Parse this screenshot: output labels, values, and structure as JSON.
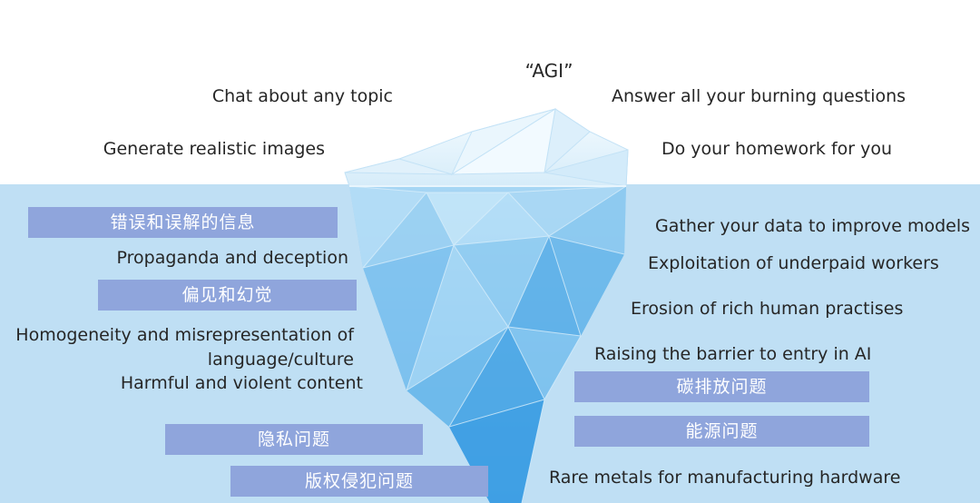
{
  "peak": {
    "agi": "“AGI”",
    "chat": "Chat about any topic",
    "answer": "Answer all your burning questions",
    "images": "Generate realistic images",
    "homework": "Do your homework for you"
  },
  "left": {
    "misinfo_tag": "错误和误解的信息",
    "propaganda": "Propaganda and deception",
    "bias_tag": "偏见和幻觉",
    "homogeneity_line1": "Homogeneity and misrepresentation of",
    "homogeneity_line2": "language/culture",
    "harmful": "Harmful and violent content",
    "privacy_tag": "隐私问题",
    "copyright_tag": "版权侵犯问题"
  },
  "right": {
    "gather": "Gather your data to improve models",
    "exploitation": "Exploitation of underpaid workers",
    "erosion": "Erosion of rich human practises",
    "barrier": "Raising the barrier to entry in AI",
    "carbon_tag": "碳排放问题",
    "energy_tag": "能源问题",
    "metals": "Rare metals for manufacturing hardware"
  },
  "colors": {
    "water": "#bfdff4",
    "tag": "#8fa5dc",
    "ice_light": "#e4f3fc",
    "ice_mid": "#9fd0f2",
    "ice_deep": "#5aaee8"
  }
}
